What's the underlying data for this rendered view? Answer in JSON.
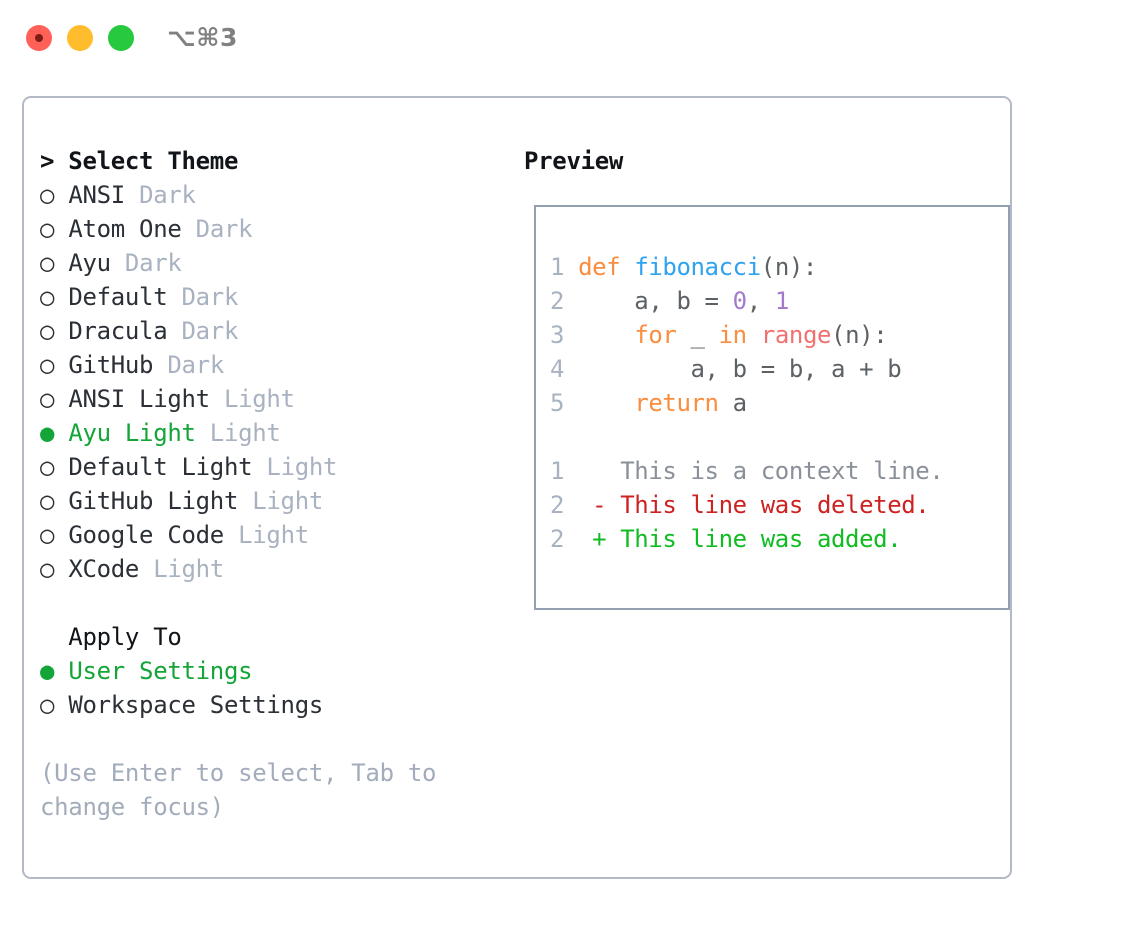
{
  "titlebar": {
    "shortcut": "⌥⌘3",
    "lights": [
      "close",
      "minimize",
      "maximize"
    ]
  },
  "theme_picker": {
    "header": "> Select Theme",
    "items": [
      {
        "marker": "○ ",
        "name": "ANSI",
        "tag": " Dark",
        "selected": false
      },
      {
        "marker": "○ ",
        "name": "Atom One",
        "tag": " Dark",
        "selected": false
      },
      {
        "marker": "○ ",
        "name": "Ayu",
        "tag": " Dark",
        "selected": false
      },
      {
        "marker": "○ ",
        "name": "Default",
        "tag": " Dark",
        "selected": false
      },
      {
        "marker": "○ ",
        "name": "Dracula",
        "tag": " Dark",
        "selected": false
      },
      {
        "marker": "○ ",
        "name": "GitHub",
        "tag": " Dark",
        "selected": false
      },
      {
        "marker": "○ ",
        "name": "ANSI Light",
        "tag": " Light",
        "selected": false
      },
      {
        "marker": "● ",
        "name": "Ayu Light",
        "tag": " Light",
        "selected": true
      },
      {
        "marker": "○ ",
        "name": "Default Light",
        "tag": " Light",
        "selected": false
      },
      {
        "marker": "○ ",
        "name": "GitHub Light",
        "tag": " Light",
        "selected": false
      },
      {
        "marker": "○ ",
        "name": "Google Code",
        "tag": " Light",
        "selected": false
      },
      {
        "marker": "○ ",
        "name": "XCode",
        "tag": " Light",
        "selected": false
      }
    ]
  },
  "apply_to": {
    "header": "  Apply To",
    "items": [
      {
        "marker": "● ",
        "name": "User Settings",
        "tag": "",
        "selected": true
      },
      {
        "marker": "○ ",
        "name": "Workspace Settings",
        "tag": "",
        "selected": false
      }
    ]
  },
  "hint": "(Use Enter to select, Tab to change focus)",
  "preview": {
    "title": "Preview",
    "code_lines": [
      {
        "num": "1",
        "tokens": [
          {
            "t": "def ",
            "c": "kw"
          },
          {
            "t": "fibonacci",
            "c": "fn"
          },
          {
            "t": "(n):",
            "c": "plain"
          }
        ]
      },
      {
        "num": "2",
        "tokens": [
          {
            "t": "    a, b = ",
            "c": "plain"
          },
          {
            "t": "0",
            "c": "num"
          },
          {
            "t": ", ",
            "c": "plain"
          },
          {
            "t": "1",
            "c": "num"
          }
        ]
      },
      {
        "num": "3",
        "tokens": [
          {
            "t": "    ",
            "c": "plain"
          },
          {
            "t": "for",
            "c": "kw"
          },
          {
            "t": " _ ",
            "c": "plain"
          },
          {
            "t": "in",
            "c": "kw"
          },
          {
            "t": " ",
            "c": "plain"
          },
          {
            "t": "range",
            "c": "bi"
          },
          {
            "t": "(n):",
            "c": "plain"
          }
        ]
      },
      {
        "num": "4",
        "tokens": [
          {
            "t": "        a, b = b, a + b",
            "c": "plain"
          }
        ]
      },
      {
        "num": "5",
        "tokens": [
          {
            "t": "    ",
            "c": "plain"
          },
          {
            "t": "return",
            "c": "kw"
          },
          {
            "t": " a",
            "c": "plain"
          }
        ]
      }
    ],
    "diff_lines": [
      {
        "num": "1",
        "marker": "  ",
        "text": "This is a context line.",
        "kind": "d-ctx"
      },
      {
        "num": "2",
        "marker": "- ",
        "text": "This line was deleted.",
        "kind": "d-del"
      },
      {
        "num": "2",
        "marker": "+ ",
        "text": "This line was added.",
        "kind": "d-add"
      }
    ]
  },
  "colors": {
    "accent_green": "#13A538",
    "muted": "#A9B2C0",
    "keyword": "#FA8D3E",
    "function": "#2FA2F0",
    "number": "#A37ACC",
    "builtin": "#F07171",
    "diff_add": "#11BB22",
    "diff_del": "#CC2222",
    "border": "#B3BAC6"
  }
}
